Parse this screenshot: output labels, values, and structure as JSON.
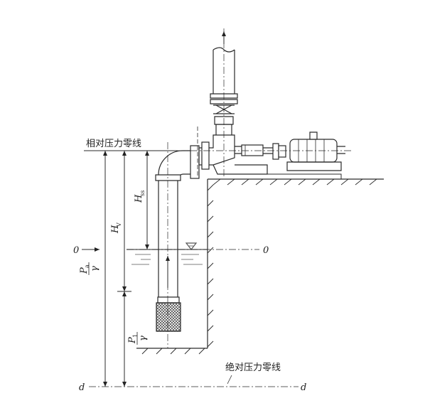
{
  "labels": {
    "relative_zero_line": "相对压力零线",
    "absolute_zero_line": "绝对压力零线",
    "hss": {
      "main": "H",
      "sub": "ss"
    },
    "hv": {
      "main": "H",
      "sub": "V"
    },
    "pa_gamma": {
      "num": "P",
      "num_sub": "a",
      "den": "γ"
    },
    "p1_gamma": {
      "num": "P",
      "num_sub": "1",
      "den": "γ"
    },
    "zero_left": "0",
    "zero_right": "0",
    "d_left": "d",
    "d_right": "d"
  },
  "colors": {
    "ink": "#2a2a2a",
    "water": "#555555",
    "hatch": "#444444"
  }
}
